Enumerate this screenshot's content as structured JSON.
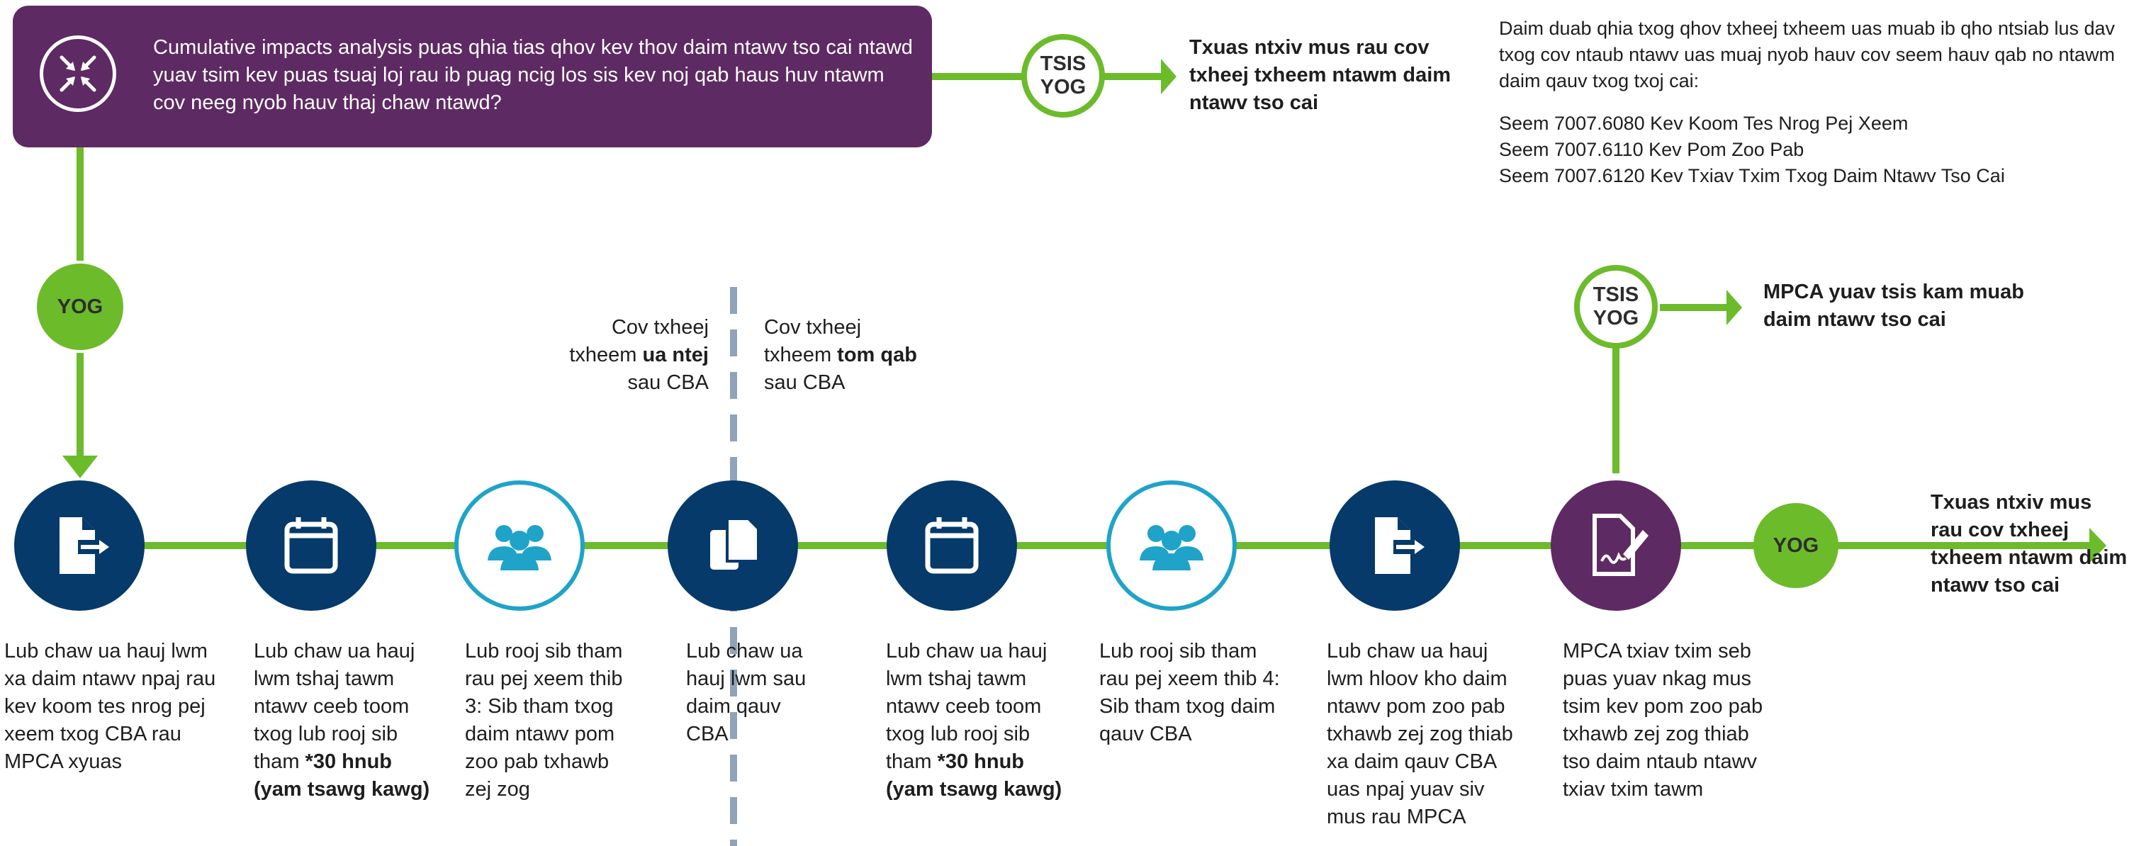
{
  "question": {
    "text": "Cumulative impacts analysis puas qhia tias qhov kev thov daim ntawv tso cai ntawd yuav tsim kev puas tsuaj loj rau ib puag ncig los sis kev noj qab haus huv ntawm cov neeg nyob hauv thaj chaw ntawd?",
    "icon": "arrows-inward-icon"
  },
  "top_no": {
    "label": "TSIS\nYOG",
    "result": "Txuas ntxiv mus rau cov txheej txheem ntawm daim ntawv tso cai"
  },
  "info": {
    "intro": "Daim duab qhia txog qhov txheej txheem uas muab ib qho ntsiab lus dav txog cov ntaub ntawv uas muaj nyob hauv cov seem hauv qab no ntawm daim qauv txog txoj cai:",
    "rules": [
      "Seem 7007.6080 Kev Koom Tes Nrog Pej Xeem",
      "Seem 7007.6110 Kev Pom Zoo Pab",
      "Seem 7007.6120 Kev Txiav Txim Txog Daim Ntawv Tso Cai"
    ]
  },
  "yes_label": "YOG",
  "phase": {
    "before_pre": "Cov txheej\ntxheem ",
    "before_bold": "ua ntej",
    "before_post": "\nsau CBA",
    "after_pre": "Cov txheej\ntxheem ",
    "after_bold": "tom qab",
    "after_post": "\nsau CBA"
  },
  "steps": [
    {
      "icon": "document-export-icon",
      "text": "Lub chaw ua hauj lwm xa daim ntawv npaj rau kev koom tes nrog pej xeem txog CBA rau MPCA xyuas",
      "bold": ""
    },
    {
      "icon": "calendar-icon",
      "text": "Lub chaw ua hauj lwm tshaj tawm ntawv ceeb toom txog lub rooj sib tham",
      "bold": "*30 hnub (yam tsawg kawg)"
    },
    {
      "icon": "people-group-icon",
      "text": "Lub rooj sib tham rau pej xeem thib 3: Sib tham txog daim ntawv pom zoo pab txhawb zej zog",
      "bold": ""
    },
    {
      "icon": "copy-documents-icon",
      "text": "Lub chaw ua hauj lwm sau daim qauv CBA",
      "bold": ""
    },
    {
      "icon": "calendar-icon",
      "text": "Lub chaw ua hauj lwm tshaj tawm ntawv ceeb toom txog lub rooj sib tham",
      "bold": "*30 hnub (yam tsawg kawg)"
    },
    {
      "icon": "people-group-icon",
      "text": "Lub rooj sib tham rau pej xeem thib 4: Sib tham txog daim qauv CBA",
      "bold": ""
    },
    {
      "icon": "document-export-icon",
      "text": "Lub chaw ua hauj lwm hloov kho daim ntawv pom zoo pab txhawb zej zog thiab xa daim qauv CBA uas npaj yuav siv mus rau MPCA",
      "bold": ""
    },
    {
      "icon": "signed-document-icon",
      "text": "MPCA txiav txim seb puas yuav nkag mus tsim kev pom zoo pab txhawb zej zog thiab tso daim ntaub ntawv txiav txim tawm",
      "bold": ""
    }
  ],
  "mpca_no": {
    "label": "TSIS\nYOG",
    "result": "MPCA yuav tsis kam muab daim ntawv tso cai"
  },
  "final_yes": {
    "label": "YOG",
    "result": "Txuas ntxiv mus rau cov txheej txheem ntawm daim ntawv tso cai"
  },
  "colors": {
    "green": "#6cbb2b",
    "navy": "#053a6a",
    "purple": "#5e2a63",
    "teal": "#1fa3c8",
    "dash": "#8fa4b8"
  }
}
